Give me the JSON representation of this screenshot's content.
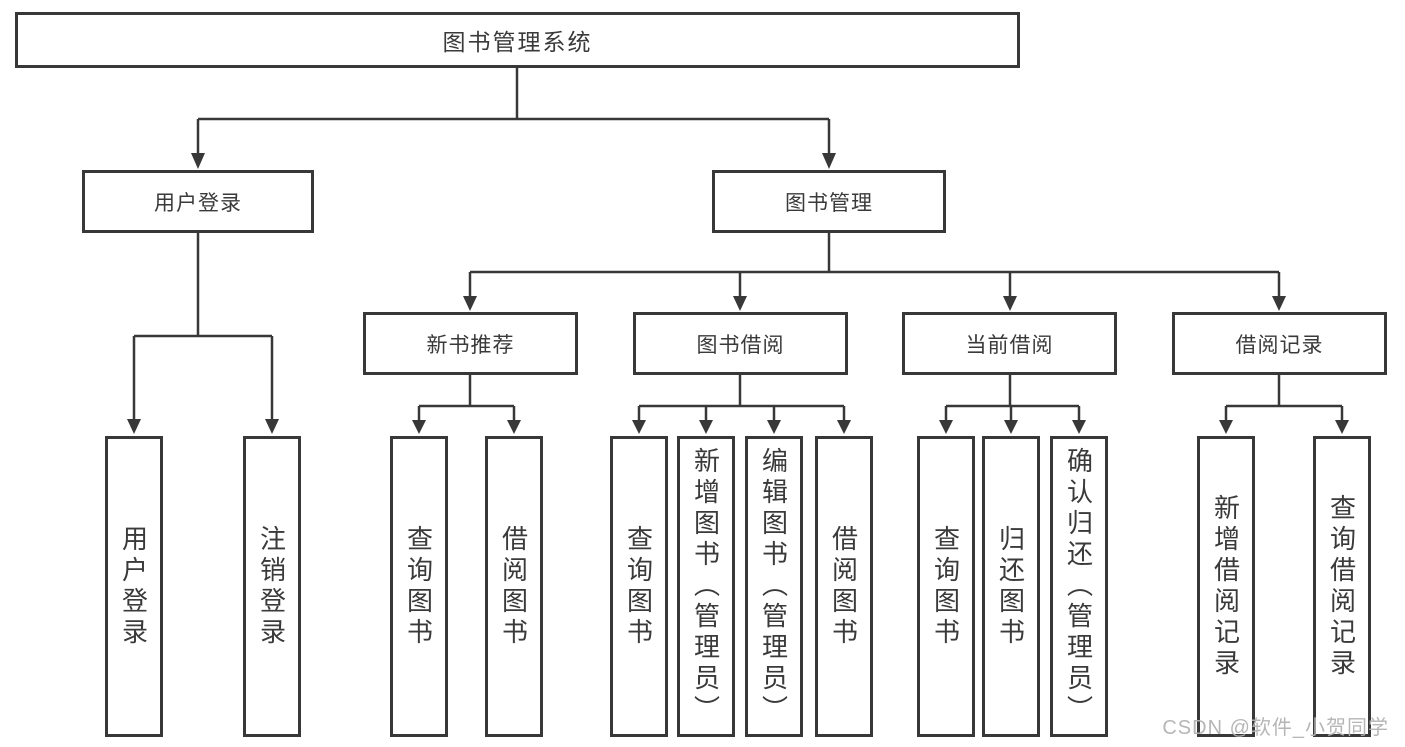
{
  "colors": {
    "line": "#383838",
    "box_border": "#383838",
    "text": "#3a3a3a",
    "background": "#ffffff",
    "watermark": "#b2b2b2"
  },
  "watermark": "CSDN @软件_小贺同学",
  "tree": {
    "root": {
      "label": "图书管理系统"
    },
    "children": [
      {
        "label": "用户登录",
        "children": [
          {
            "label": "用户登录"
          },
          {
            "label": "注销登录"
          }
        ]
      },
      {
        "label": "图书管理",
        "children": [
          {
            "label": "新书推荐",
            "children": [
              {
                "label": "查询图书"
              },
              {
                "label": "借阅图书"
              }
            ]
          },
          {
            "label": "图书借阅",
            "children": [
              {
                "label": "查询图书"
              },
              {
                "label": "新增图书（管理员）"
              },
              {
                "label": "编辑图书（管理员）"
              },
              {
                "label": "借阅图书"
              }
            ]
          },
          {
            "label": "当前借阅",
            "children": [
              {
                "label": "查询图书"
              },
              {
                "label": "归还图书"
              },
              {
                "label": "确认归还（管理员）"
              }
            ]
          },
          {
            "label": "借阅记录",
            "children": [
              {
                "label": "新增借阅记录"
              },
              {
                "label": "查询借阅记录"
              }
            ]
          }
        ]
      }
    ]
  }
}
